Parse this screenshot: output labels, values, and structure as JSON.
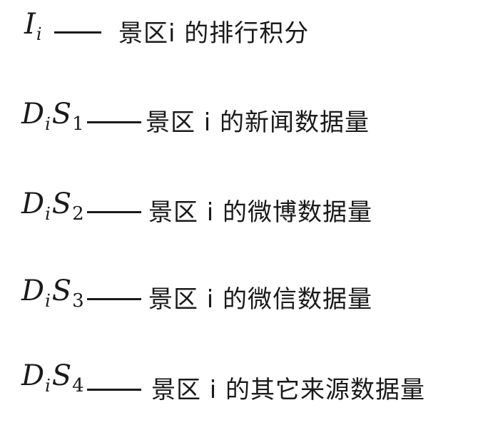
{
  "definitions": [
    {
      "main": "I",
      "sub": "i",
      "main2": "",
      "sub2": "",
      "text": "景区i 的排行积分"
    },
    {
      "main": "D",
      "sub": "i",
      "main2": "S",
      "sub2": "1",
      "text": "景区 i 的新闻数据量"
    },
    {
      "main": "D",
      "sub": "i",
      "main2": "S",
      "sub2": "2",
      "text": "景区 i 的微博数据量"
    },
    {
      "main": "D",
      "sub": "i",
      "main2": "S",
      "sub2": "3",
      "text": "景区 i 的微信数据量"
    },
    {
      "main": "D",
      "sub": "i",
      "main2": "S",
      "sub2": "4",
      "text": "景区 i 的其它来源数据量"
    }
  ]
}
